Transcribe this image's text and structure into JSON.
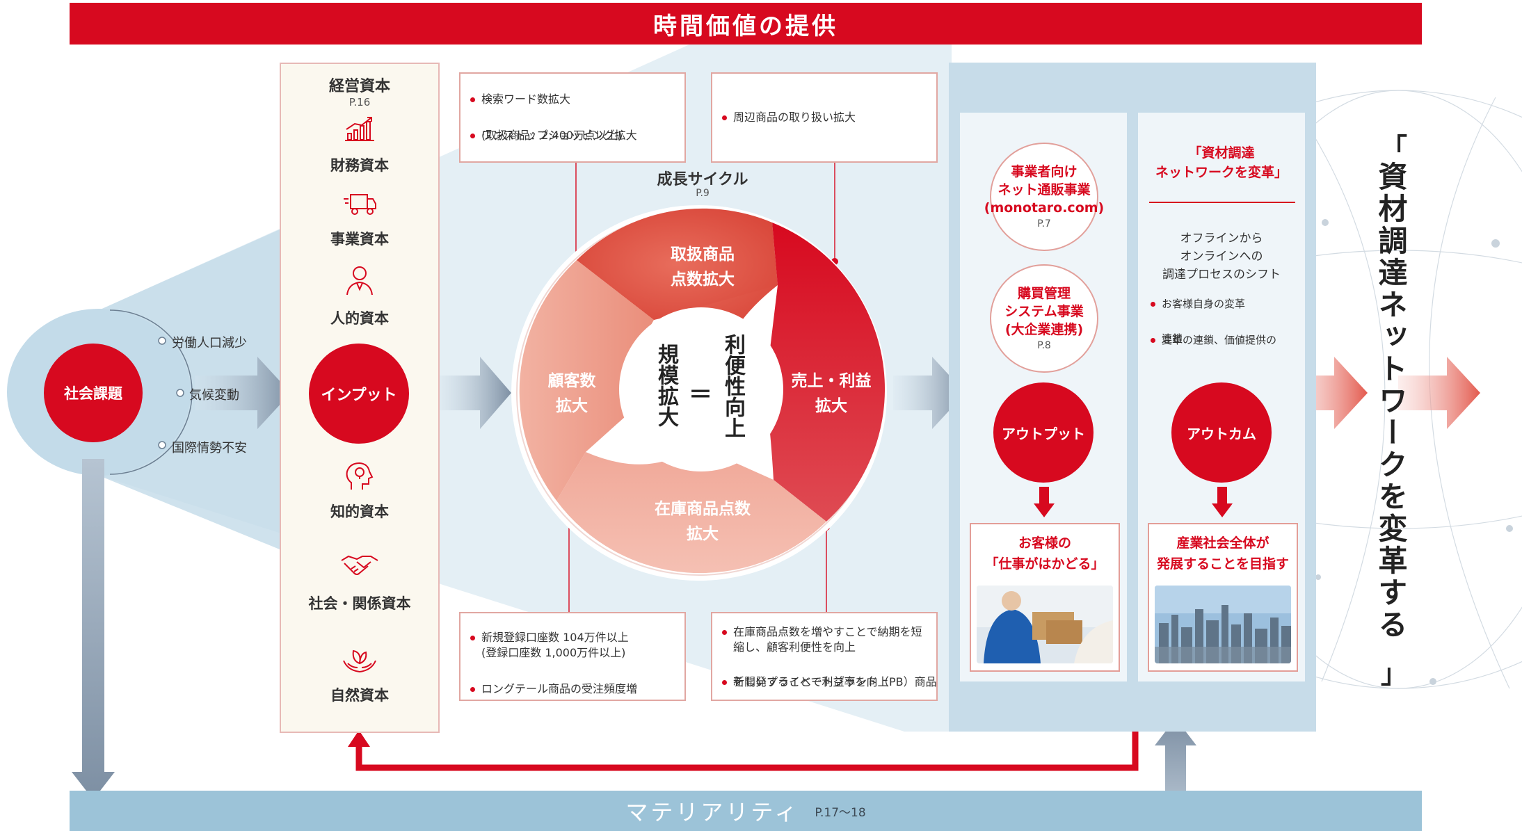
{
  "top_banner": "時間価値の提供",
  "bottom_banner": {
    "label": "マテリアリティ",
    "page": "P.17〜18"
  },
  "social_issues": {
    "label": "社会課題",
    "items": [
      "労働人口減少",
      "気候変動",
      "国際情勢不安"
    ]
  },
  "management_capital": {
    "title": "経営資本",
    "page": "P.16",
    "items": [
      {
        "label": "財務資本",
        "icon": "chart-bars-icon"
      },
      {
        "label": "事業資本",
        "icon": "truck-icon"
      },
      {
        "label": "人的資本",
        "icon": "person-icon"
      },
      {
        "label": "知的資本",
        "icon": "lightbulb-head-icon"
      },
      {
        "label": "社会・関係資本",
        "icon": "handshake-icon"
      },
      {
        "label": "自然資本",
        "icon": "leaf-hands-icon"
      }
    ],
    "input_label": "インプット"
  },
  "growth_cycle": {
    "title": "成長サイクル",
    "page": "P.9",
    "segments": {
      "top": [
        "取扱商品",
        "点数拡大"
      ],
      "right": [
        "売上・利益",
        "拡大"
      ],
      "bottom": [
        "在庫商品点数",
        "拡大"
      ],
      "left": [
        "顧客数",
        "拡大"
      ]
    },
    "center": {
      "left": "規模拡大",
      "equals": "＝",
      "right": "利便性向上"
    }
  },
  "callouts": {
    "top_left": {
      "bullets": [
        "検索ワード数拡大",
        "ワンストップショッピング拡大"
      ],
      "continuation": "(取扱商品：2,400万点以上)"
    },
    "top_right": {
      "bullets": [
        "周辺商品の取り扱い拡大"
      ]
    },
    "bottom_left": {
      "bullet1": "新規登録口座数 104万件以上",
      "continuation": "(登録口座数 1,000万件以上)",
      "bullet2": "ロングテール商品の受注頻度増"
    },
    "bottom_right": {
      "bullet1": "在庫商品点数を増やすことで納期を短",
      "bullet1_cont": "縮し、顧客利便性を向上",
      "bullet2": "新しいプライベートブランド（PB）商品",
      "bullet2_cont": "を開発することで利益率を向上"
    }
  },
  "output": {
    "rings": [
      {
        "lines": [
          "事業者向け",
          "ネット通販事業",
          "(monotaro.com)"
        ],
        "page": "P.7"
      },
      {
        "lines": [
          "購買管理",
          "システム事業",
          "(大企業連携)"
        ],
        "page": "P.8"
      }
    ],
    "label": "アウトプット",
    "result": [
      "お客様の",
      "「仕事がはかどる」"
    ]
  },
  "outcome": {
    "heading": [
      "「資材調達",
      "ネットワークを変革」"
    ],
    "shift": [
      "オフラインから",
      "オンラインへの",
      "調達プロセスのシフト"
    ],
    "bullets": [
      "お客様自身の変革",
      "変革の連鎖、価値提供の"
    ],
    "continuation": "連鎖",
    "label": "アウトカム",
    "result": [
      "産業社会全体が",
      "発展することを目指す"
    ]
  },
  "vision": {
    "open": "「",
    "text": "資材調達ネットワークを変革する",
    "close": "」"
  },
  "colors": {
    "red": "#d7091f",
    "light_blue": "#c7dce9",
    "salmon": "#eeaa9a",
    "beige": "#fbf8ef",
    "gray_arrow": "#8595a6"
  }
}
